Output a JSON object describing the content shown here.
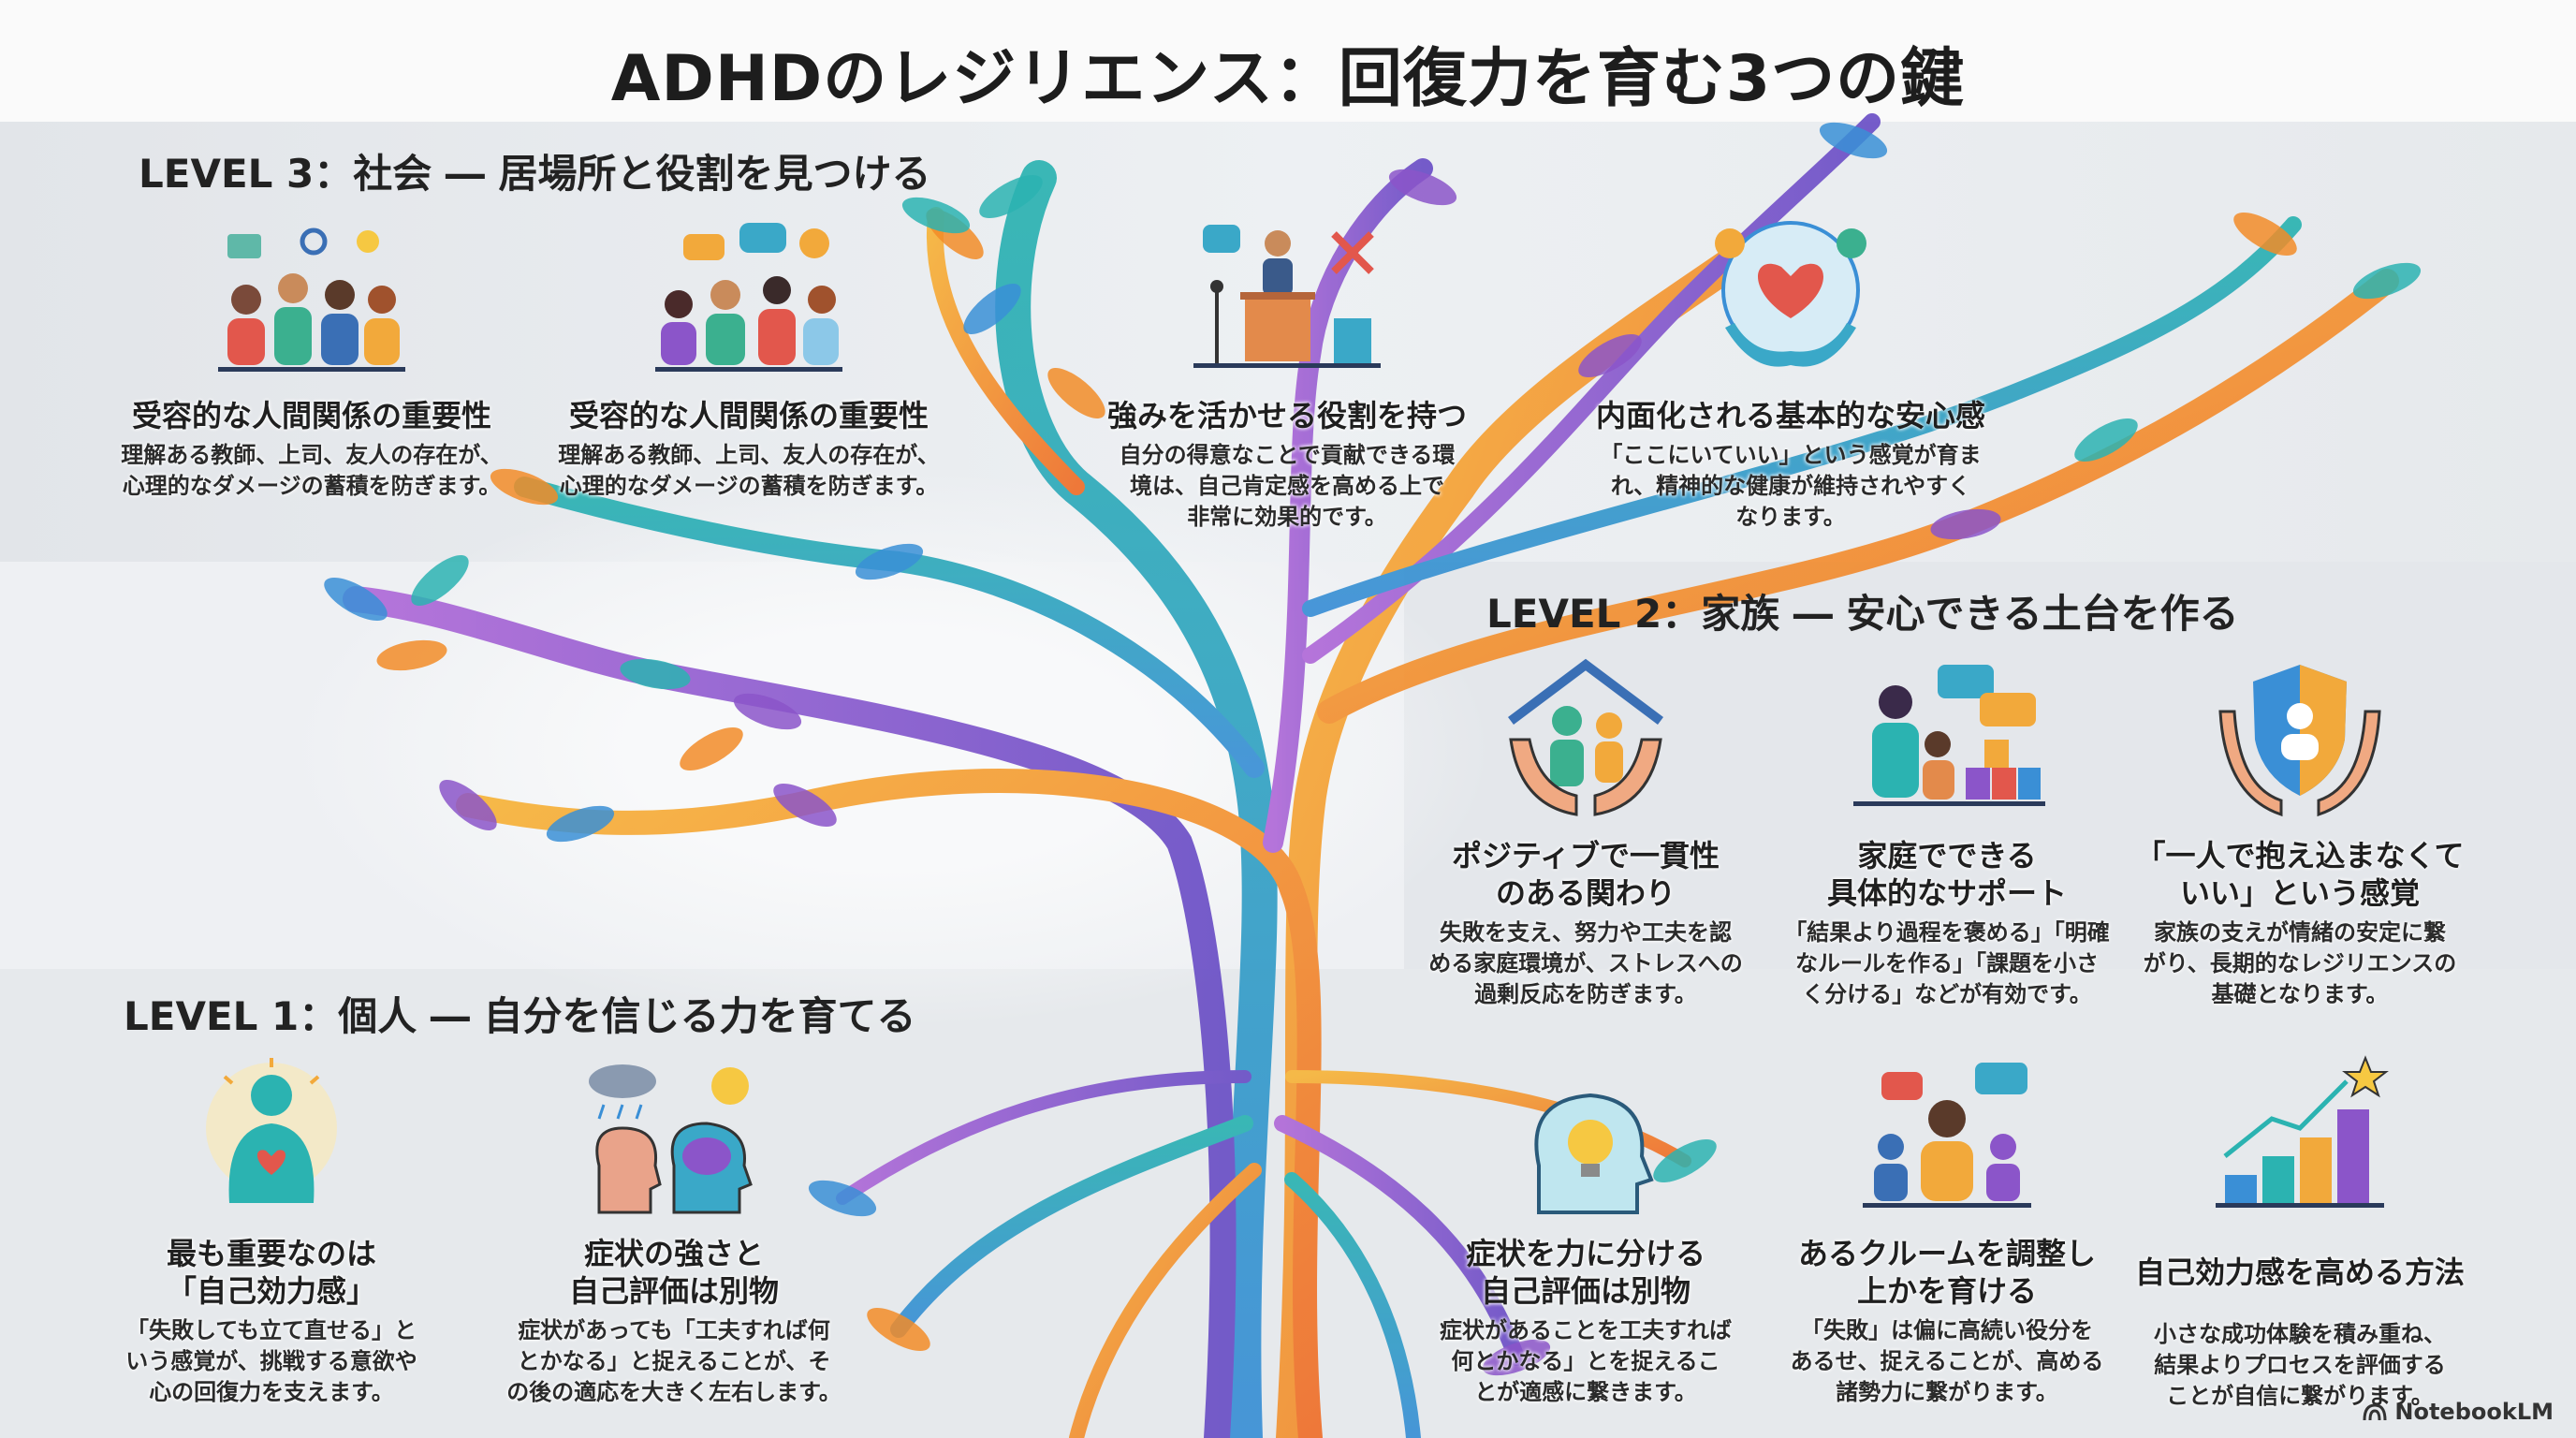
{
  "title": "ADHDのレジリエンス：回復力を育む3つの鍵",
  "level3": {
    "header": "LEVEL 3：社会 ― 居場所と役割を見つける",
    "cards": [
      {
        "title": "受容的な人間関係の重要性",
        "desc": [
          "理解ある教師、上司、友人の存在が、",
          "心理的なダメージの蓄積を防ぎます。"
        ]
      },
      {
        "title": "受容的な人間関係の重要性",
        "desc": [
          "理解ある教師、上司、友人の存在が、",
          "心理的なダメージの蓄積を防ぎます。"
        ]
      },
      {
        "title": "強みを活かせる役割を持つ",
        "desc": [
          "自分の得意なことで貢献できる環",
          "境は、自己肯定感を高める上で",
          "非常に効果的です。"
        ]
      },
      {
        "title": "内面化される基本的な安心感",
        "desc": [
          "「ここにいていい」という感覚が育ま",
          "れ、精神的な健康が維持されやすく",
          "なります。"
        ]
      }
    ]
  },
  "level2": {
    "header": "LEVEL 2：家族 ― 安心できる土台を作る",
    "cards": [
      {
        "title": [
          "ポジティブで一貫性",
          "のある関わり"
        ],
        "desc": [
          "失敗を支え、努力や工夫を認",
          "める家庭環境が、ストレスへの",
          "過剰反応を防ぎます。"
        ]
      },
      {
        "title": [
          "家庭でできる",
          "具体的なサポート"
        ],
        "desc": [
          "「結果より過程を褒める」「明確",
          "なルールを作る」「課題を小さ",
          "く分ける」などが有効です。"
        ]
      },
      {
        "title": [
          "「一人で抱え込まなくて",
          "いい」という感覚"
        ],
        "desc": [
          "家族の支えが情緒の安定に繋",
          "がり、長期的なレジリエンスの",
          "基礎となります。"
        ]
      }
    ]
  },
  "level1": {
    "header": "LEVEL 1：個人 ― 自分を信じる力を育てる",
    "cards": [
      {
        "title": [
          "最も重要なのは",
          "「自己効力感」"
        ],
        "desc": [
          "「失敗しても立て直せる」と",
          "いう感覚が、挑戦する意欲や",
          "心の回復力を支えます。"
        ]
      },
      {
        "title": [
          "症状の強さと",
          "自己評価は別物"
        ],
        "desc": [
          "症状があっても「工夫すれば何",
          "とかなる」と捉えることが、そ",
          "の後の適応を大きく左右します。"
        ]
      },
      {
        "title": [
          "症状を力に分ける",
          "自己評価は別物"
        ],
        "desc": [
          "症状があることを工夫すれば",
          "何とかなる」とを捉えるこ",
          "とが適感に繋きます。"
        ]
      },
      {
        "title": [
          "あるクルームを調整し",
          "上かを育ける"
        ],
        "desc": [
          "「失敗」は偏に高続い役分を",
          "あるせ、捉えることが、高める",
          "諸勢力に繋がります。"
        ]
      },
      {
        "title": [
          "自己効力感を高める方法"
        ],
        "desc": [
          "小さな成功体験を積み重ね、",
          "結果よりプロセスを評価する",
          "ことが自信に繋がります。"
        ]
      }
    ]
  },
  "logo": "NotebookLM",
  "colors": {
    "teal": "#2bb3b1",
    "orange": "#f28c28",
    "purple": "#8b55c9",
    "blue": "#3a8fd6",
    "band": "#e3e6ea"
  }
}
